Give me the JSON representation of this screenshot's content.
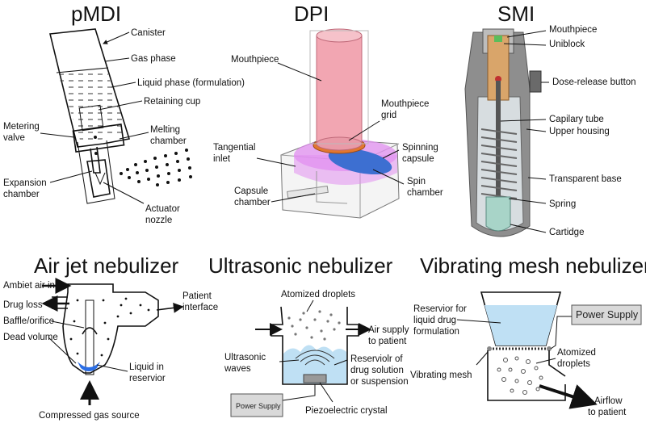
{
  "titles": {
    "pmdi": "pMDI",
    "dpi": "DPI",
    "smi": "SMI",
    "airjet": "Air jet nebulizer",
    "ultrasonic": "Ultrasonic nebulizer",
    "mesh": "Vibrating mesh nebulizer"
  },
  "pmdi": {
    "canister": "Canister",
    "gas_phase": "Gas phase",
    "liquid_phase": "Liquid phase (formulation)",
    "retaining_cup": "Retaining cup",
    "metering_valve_1": "Metering",
    "metering_valve_2": "valve",
    "melting_chamber_1": "Melting",
    "melting_chamber_2": "chamber",
    "expansion_chamber_1": "Expansion",
    "expansion_chamber_2": "chamber",
    "actuator_nozzle_1": "Actuator",
    "actuator_nozzle_2": "nozzle"
  },
  "dpi": {
    "mouthpiece": "Mouthpiece",
    "mouthpiece_grid_1": "Mouthpiece",
    "mouthpiece_grid_2": "grid",
    "tangential_inlet_1": "Tangential",
    "tangential_inlet_2": "inlet",
    "spinning_capsule_1": "Spinning",
    "spinning_capsule_2": "capsule",
    "spin_chamber_1": "Spin",
    "spin_chamber_2": "chamber",
    "capsule_chamber_1": "Capsule",
    "capsule_chamber_2": "chamber"
  },
  "smi": {
    "mouthpiece": "Mouthpiece",
    "uniblock": "Uniblock",
    "dose_release": "Dose-release button",
    "capillary_tube": "Capilary tube",
    "upper_housing": "Upper housing",
    "transparent_base": "Transparent base",
    "spring": "Spring",
    "cartridge": "Cartidge"
  },
  "airjet": {
    "ambient_air": "Ambiet air in",
    "drug_loss": "Drug loss",
    "baffle": "Baffle/orifice",
    "dead_volume": "Dead volume",
    "patient_interface_1": "Patient",
    "patient_interface_2": "interface",
    "liquid_reservoir_1": "Liquid in",
    "liquid_reservoir_2": "reservior",
    "compressed_gas": "Compressed gas source"
  },
  "ultrasonic": {
    "atomized_droplets": "Atomized droplets",
    "air_supply_1": "Air supply",
    "air_supply_2": "to patient",
    "ultrasonic_waves_1": "Ultrasonic",
    "ultrasonic_waves_2": "waves",
    "reservoir_1": "Reserviolr of",
    "reservoir_2": "drug solution",
    "reservoir_3": "or suspension",
    "power_supply": "Power Supply",
    "piezo": "Piezoelectric crystal"
  },
  "mesh": {
    "reservoir_1": "Reservior for",
    "reservoir_2": "liquid drug",
    "reservoir_3": "formulation",
    "power_supply": "Power Supply",
    "atomized_1": "Atomized",
    "atomized_2": "droplets",
    "vibrating_mesh": "Vibrating mesh",
    "airflow_1": "Airflow",
    "airflow_2": "to patient"
  },
  "colors": {
    "dpi_body": "#f2a6b2",
    "dpi_chamber": "#e28ff0",
    "dpi_capsule": "#3d6fd1",
    "dpi_grid": "#e2772f",
    "smi_housing": "#8e8e8e",
    "smi_uniblock": "#d9a56a",
    "smi_cartridge": "#a8d4c8",
    "liquid_blue": "#bfe0f4",
    "power_box": "#d9d9d9"
  }
}
